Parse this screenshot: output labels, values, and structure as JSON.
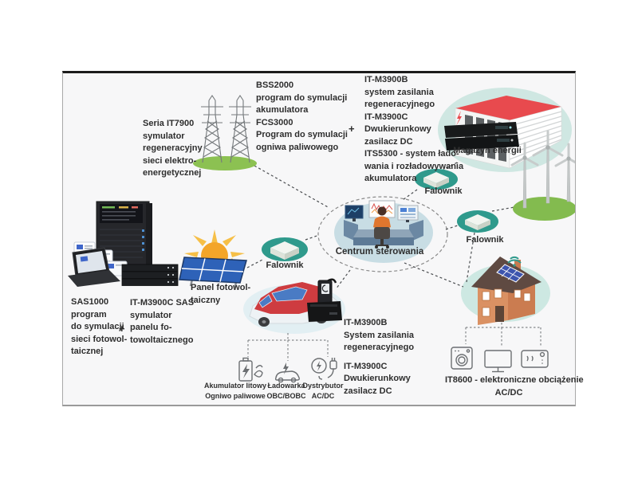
{
  "colors": {
    "teal": "#2f9a8c",
    "light_teal": "#cfe7e2",
    "center_fill": "#c8dde4",
    "car_ellipse": "#e2eff3",
    "grass": "#8cc152",
    "roof_red": "#e84a4e",
    "text": "#2e2e2e"
  },
  "blocks": {
    "it7900": [
      "Seria IT7900",
      "symulator",
      "regeneracyjny",
      "sieci elektro-",
      "energetycznej"
    ],
    "bss_fcs": [
      "BSS2000",
      "program do symulacji",
      "akumulatora",
      "FCS3000",
      "Program do symulacji",
      "ogniwa paliwowego"
    ],
    "m3900_top": [
      "IT-M3900B",
      "system zasilania",
      "regeneracyjnego",
      "IT-M3900C",
      "Dwukierunkowy",
      "zasilacz DC",
      "ITS5300 - system łado-",
      "wania i rozładowywania",
      "akumulatora"
    ],
    "m3900_top_plus": "+",
    "sas1000": [
      "SAS1000",
      "program",
      "do symulacji",
      "sieci fotowol-",
      "taicznej"
    ],
    "sas_plus": "+",
    "m3900c_sas": [
      "IT-M3900C SAS",
      "symulator",
      "panelu fo-",
      "towoltaicznego"
    ],
    "m3900_bottom_a": [
      "IT-M3900B",
      "System zasilania",
      "regeneracyjnego"
    ],
    "m3900_bottom_b": [
      "IT-M3900C",
      "Dwukierunkowy",
      "zasilacz DC"
    ]
  },
  "nodes": {
    "magazyn": "Magazyn energii",
    "falownik_1": "Falownik",
    "falownik_2": "Falownik",
    "falownik_3": "Falownik",
    "centrum": "Centrum sterowania",
    "panel_pv": [
      "Panel fotowol-",
      "taiczny"
    ],
    "it8600": [
      "IT8600 - elektroniczne obciążenie",
      "AC/DC"
    ]
  },
  "ev_components": {
    "akumulator": [
      "Akumulator litowy",
      "Ogniwo paliwowe"
    ],
    "ladowarka": [
      "Ładowarka",
      "OBC/BOBC"
    ],
    "dystrybutor": [
      "Dystrybutor",
      "AC/DC"
    ]
  }
}
